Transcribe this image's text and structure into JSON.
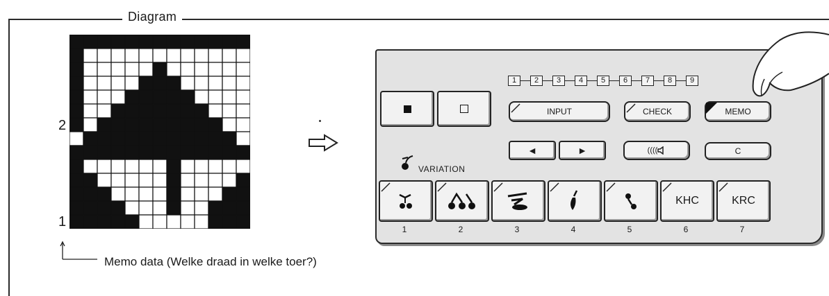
{
  "frame": {
    "title": "Diagram"
  },
  "pattern": {
    "rows": 14,
    "cols": 13,
    "row_labels": [
      "2",
      "1"
    ],
    "grid": [
      "0000000000000",
      "0111111111111",
      "0111110111111",
      "0111100011111",
      "0111000001111",
      "0110000000111",
      "0100000000011",
      "1000000000001",
      "0000000000000",
      "0111111011111",
      "0011111011110",
      "0001111011100",
      "0000111011000",
      "0000011111000"
    ],
    "legend": "Memo data (Welke draad in welke toer?)"
  },
  "panel": {
    "number_keys": [
      "1",
      "2",
      "3",
      "4",
      "5",
      "6",
      "7",
      "8",
      "9"
    ],
    "square_keys": [
      "black-square-icon",
      "white-square-icon"
    ],
    "input_label": "INPUT",
    "check_label": "CHECK",
    "memo_label": "MEMO",
    "c_label": "C",
    "left_arrow": "◄",
    "right_arrow": "►",
    "speaker_label": "((((",
    "variation_label": "VARIATION",
    "sound_keys": [
      {
        "num": "1",
        "text": ""
      },
      {
        "num": "2",
        "text": ""
      },
      {
        "num": "3",
        "text": ""
      },
      {
        "num": "4",
        "text": ""
      },
      {
        "num": "5",
        "text": ""
      },
      {
        "num": "6",
        "text": "KHC"
      },
      {
        "num": "7",
        "text": "KRC"
      }
    ]
  }
}
